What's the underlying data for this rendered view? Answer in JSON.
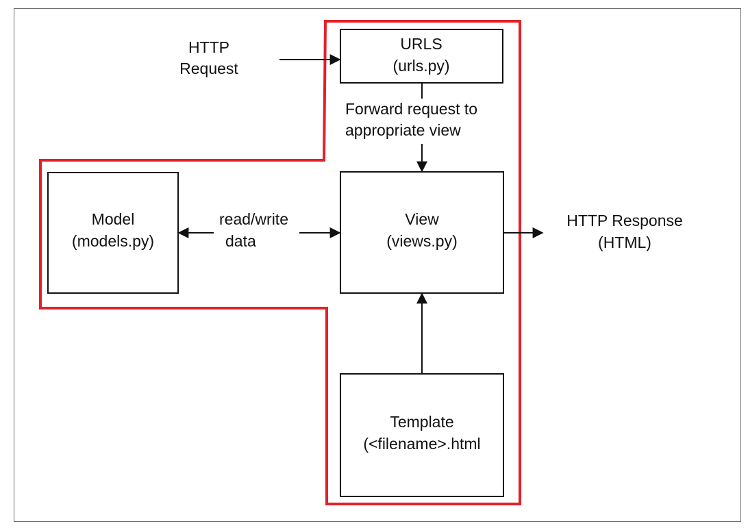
{
  "http_request": {
    "line1": "HTTP",
    "line2": "Request"
  },
  "urls": {
    "title": "URLS",
    "file": "(urls.py)"
  },
  "forward": {
    "line1": "Forward request to",
    "line2": "appropriate view"
  },
  "model": {
    "title": "Model",
    "file": "(models.py)"
  },
  "readwrite": {
    "line1": "read/write",
    "line2": "data"
  },
  "view": {
    "title": "View",
    "file": "(views.py)"
  },
  "http_response": {
    "line1": "HTTP Response",
    "line2": "(HTML)"
  },
  "template": {
    "title": "Template",
    "file": "(<filename>.html"
  },
  "colors": {
    "highlight": "#e3202a",
    "stroke": "#111111",
    "frame": "#6b6b6b"
  }
}
